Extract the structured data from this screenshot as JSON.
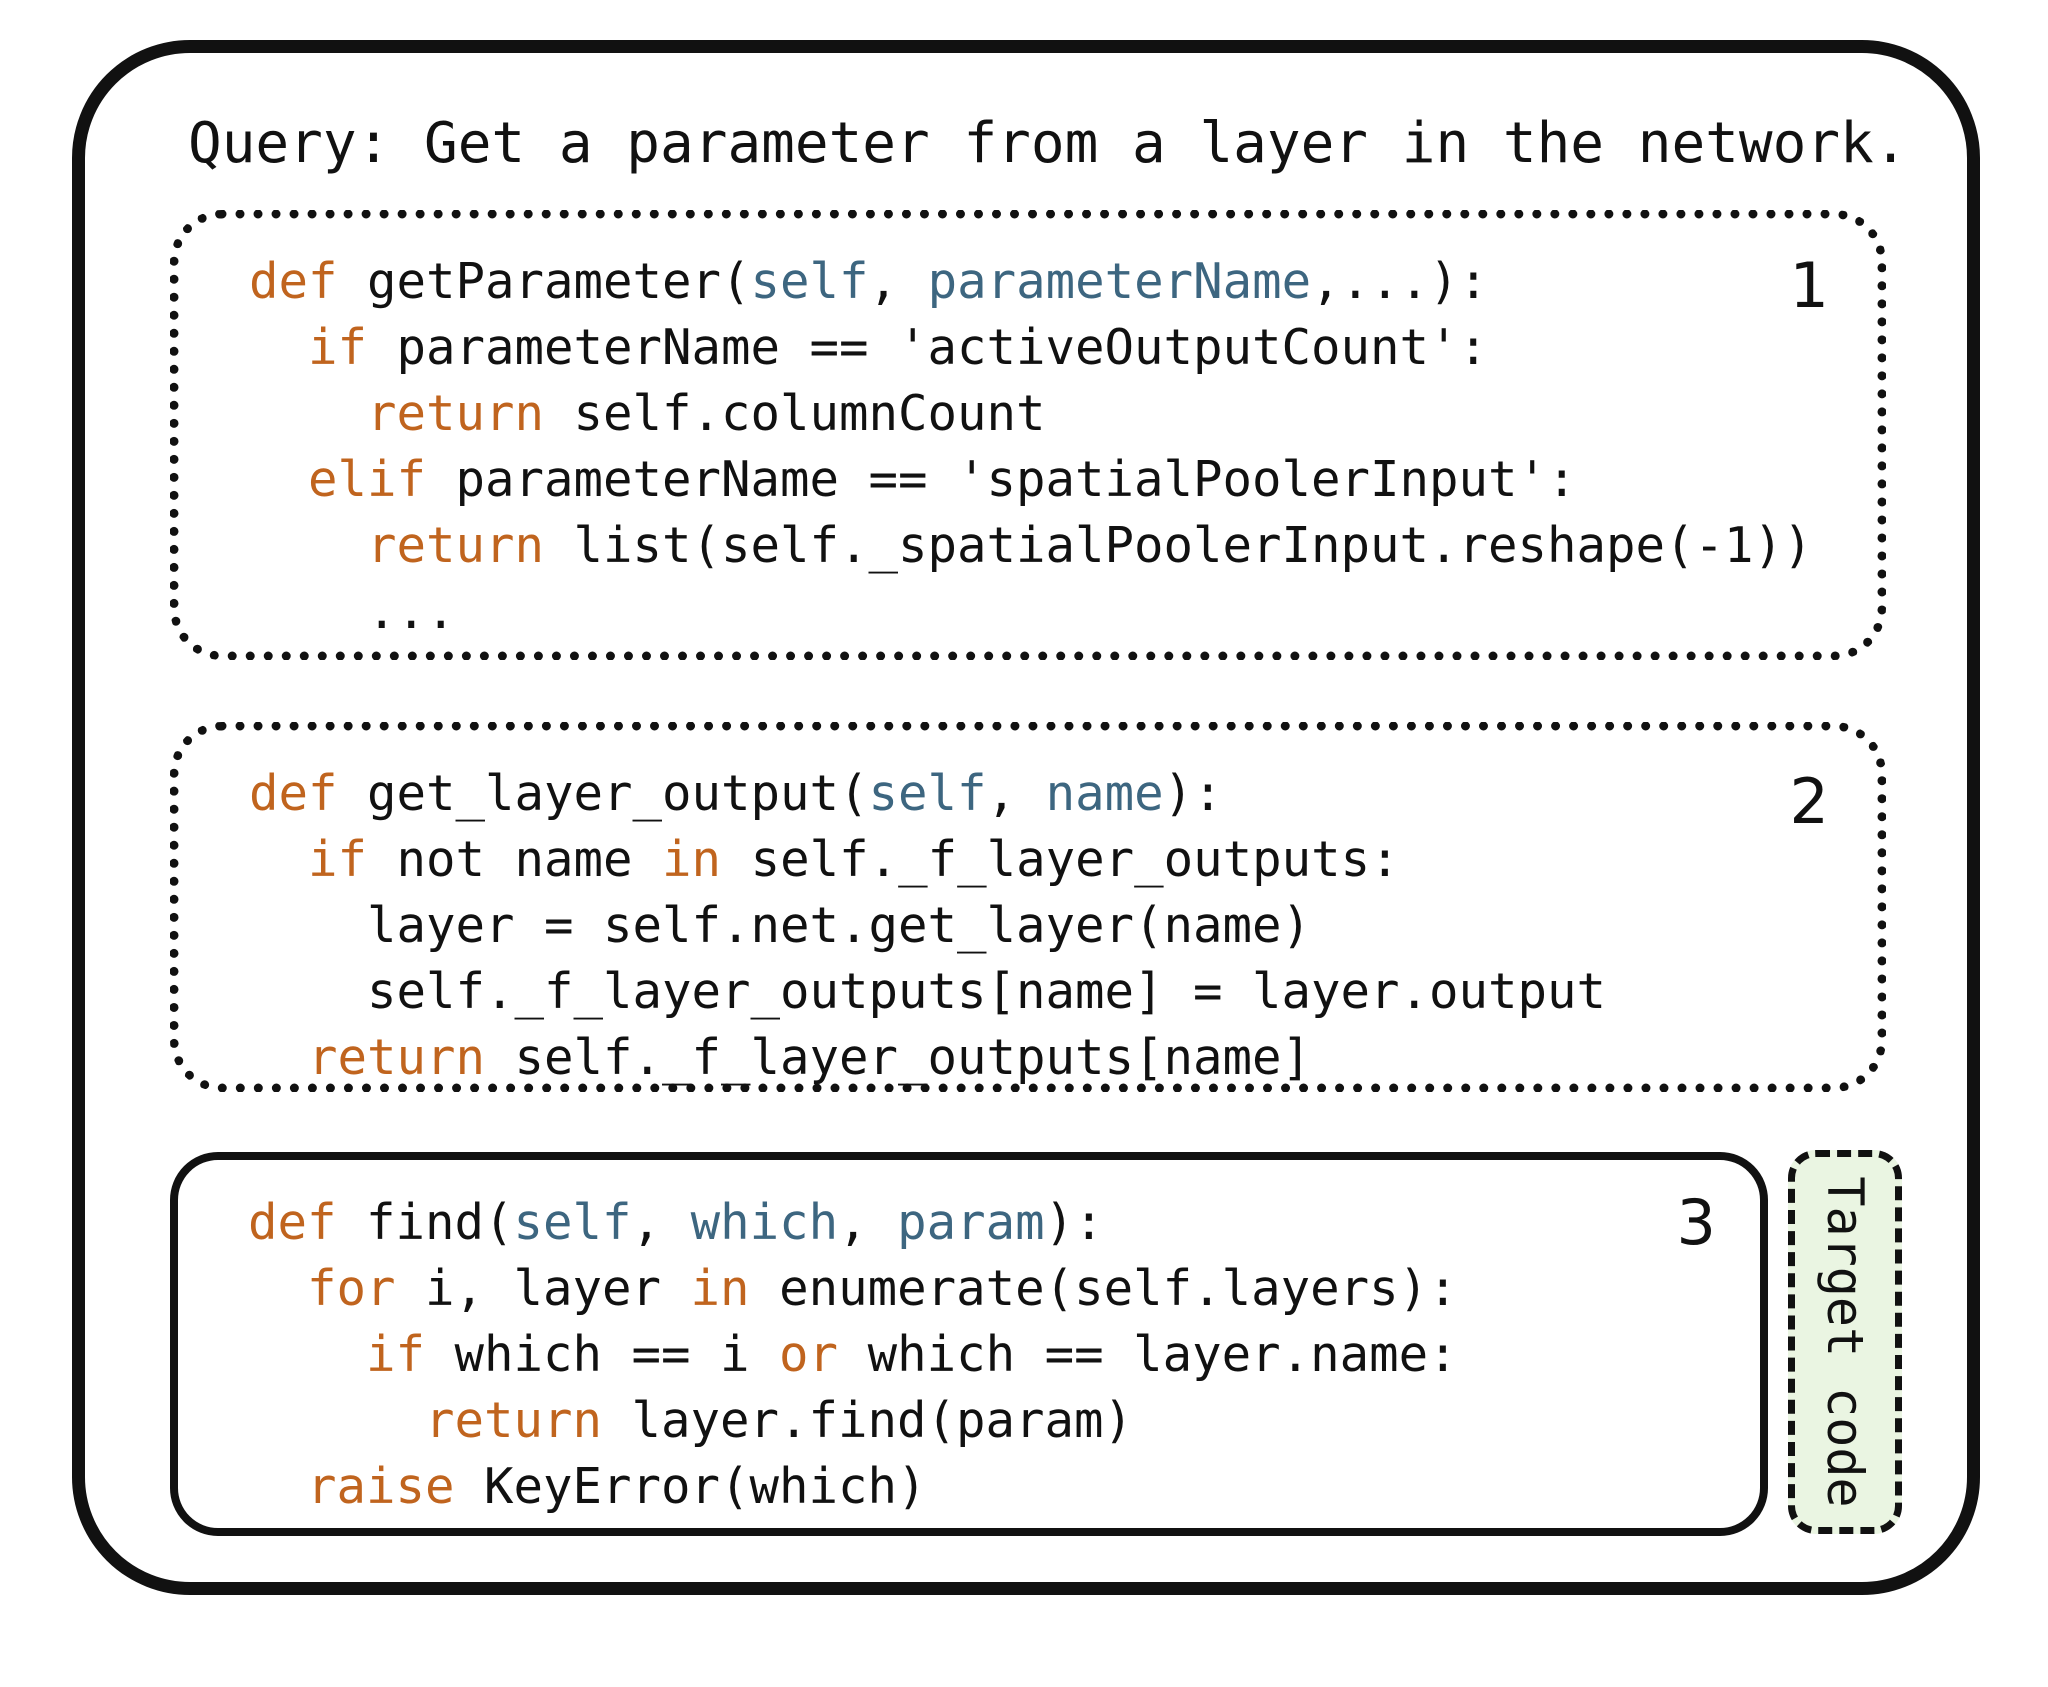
{
  "query": "Query: Get a parameter from a layer in the network.",
  "snippets": [
    {
      "number": "1",
      "lines": [
        [
          {
            "t": "def",
            "k": "kw"
          },
          {
            "t": " getParameter("
          },
          {
            "t": "self",
            "k": "pm"
          },
          {
            "t": ", "
          },
          {
            "t": "parameterName",
            "k": "pm"
          },
          {
            "t": ",...):"
          }
        ],
        [
          {
            "t": "  "
          },
          {
            "t": "if",
            "k": "kw"
          },
          {
            "t": " parameterName == 'activeOutputCount':"
          }
        ],
        [
          {
            "t": "    "
          },
          {
            "t": "return",
            "k": "kw"
          },
          {
            "t": " self.columnCount"
          }
        ],
        [
          {
            "t": "  "
          },
          {
            "t": "elif",
            "k": "kw"
          },
          {
            "t": " parameterName == 'spatialPoolerInput':"
          }
        ],
        [
          {
            "t": "    "
          },
          {
            "t": "return",
            "k": "kw"
          },
          {
            "t": " list(self._spatialPoolerInput.reshape(-1))"
          }
        ],
        [
          {
            "t": "    ..."
          }
        ]
      ]
    },
    {
      "number": "2",
      "lines": [
        [
          {
            "t": "def",
            "k": "kw"
          },
          {
            "t": " get_layer_output("
          },
          {
            "t": "self",
            "k": "pm"
          },
          {
            "t": ", "
          },
          {
            "t": "name",
            "k": "pm"
          },
          {
            "t": "):"
          }
        ],
        [
          {
            "t": "  "
          },
          {
            "t": "if",
            "k": "kw"
          },
          {
            "t": " not name "
          },
          {
            "t": "in",
            "k": "kw"
          },
          {
            "t": " self._f_layer_outputs:"
          }
        ],
        [
          {
            "t": "    layer = self.net.get_layer(name)"
          }
        ],
        [
          {
            "t": "    self._f_layer_outputs[name] = layer.output"
          }
        ],
        [
          {
            "t": "  "
          },
          {
            "t": "return",
            "k": "kw"
          },
          {
            "t": " self._f_layer_outputs[name]"
          }
        ]
      ]
    },
    {
      "number": "3",
      "lines": [
        [
          {
            "t": "def",
            "k": "kw"
          },
          {
            "t": " find("
          },
          {
            "t": "self",
            "k": "pm"
          },
          {
            "t": ", "
          },
          {
            "t": "which",
            "k": "pm"
          },
          {
            "t": ", "
          },
          {
            "t": "param",
            "k": "pm"
          },
          {
            "t": "):"
          }
        ],
        [
          {
            "t": "  "
          },
          {
            "t": "for",
            "k": "kw"
          },
          {
            "t": " i, layer "
          },
          {
            "t": "in",
            "k": "kw"
          },
          {
            "t": " enumerate(self.layers):"
          }
        ],
        [
          {
            "t": "    "
          },
          {
            "t": "if",
            "k": "kw"
          },
          {
            "t": " which == i "
          },
          {
            "t": "or",
            "k": "kw"
          },
          {
            "t": " which == layer.name:"
          }
        ],
        [
          {
            "t": "      "
          },
          {
            "t": "return",
            "k": "kw"
          },
          {
            "t": " layer.find(param)"
          }
        ],
        [
          {
            "t": "  "
          },
          {
            "t": "raise",
            "k": "kw"
          },
          {
            "t": " KeyError(which)"
          }
        ]
      ]
    }
  ],
  "target_label": "Target code",
  "colors": {
    "keyword": "#c0641e",
    "parameter": "#3d6680",
    "target_fill": "#eaf5e2"
  }
}
